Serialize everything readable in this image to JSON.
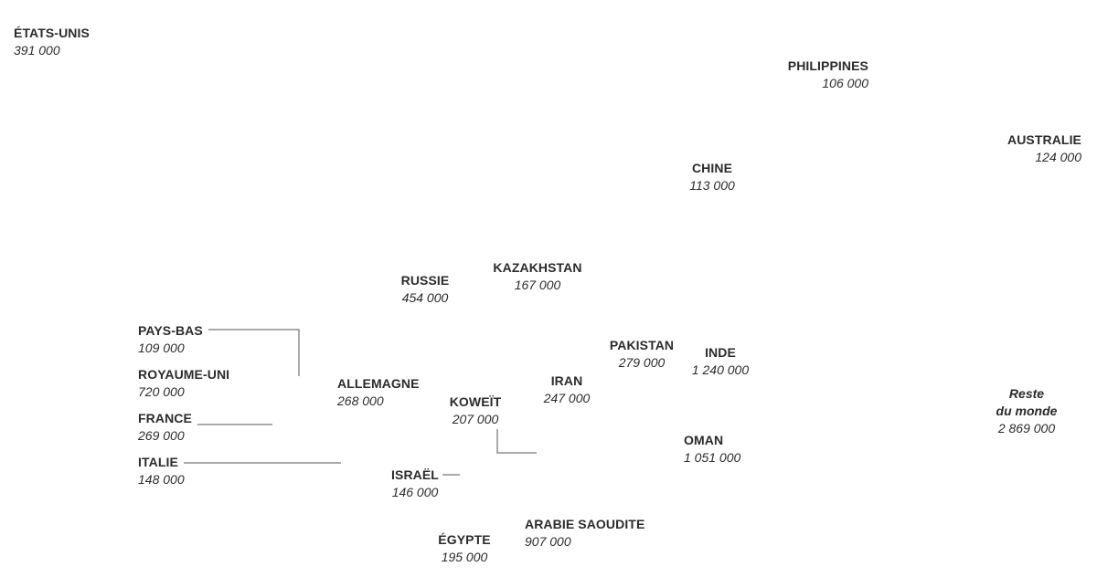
{
  "countries": {
    "etats_unis": {
      "name": "ÉTATS-UNIS",
      "value": "391 000"
    },
    "philippines": {
      "name": "PHILIPPINES",
      "value": "106 000"
    },
    "australie": {
      "name": "AUSTRALIE",
      "value": "124 000"
    },
    "chine": {
      "name": "CHINE",
      "value": "113 000"
    },
    "russie": {
      "name": "RUSSIE",
      "value": "454 000"
    },
    "kazakhstan": {
      "name": "KAZAKHSTAN",
      "value": "167 000"
    },
    "pays_bas": {
      "name": "PAYS-BAS",
      "value": "109 000"
    },
    "royaume_uni": {
      "name": "ROYAUME-UNI",
      "value": "720 000"
    },
    "allemagne": {
      "name": "ALLEMAGNE",
      "value": "268 000"
    },
    "france": {
      "name": "FRANCE",
      "value": "269 000"
    },
    "italie": {
      "name": "ITALIE",
      "value": "148 000"
    },
    "koweit": {
      "name": "KOWEÏT",
      "value": "207 000"
    },
    "iran": {
      "name": "IRAN",
      "value": "247 000"
    },
    "pakistan": {
      "name": "PAKISTAN",
      "value": "279 000"
    },
    "inde": {
      "name": "INDE",
      "value": "1 240 000"
    },
    "oman": {
      "name": "OMAN",
      "value": "1 051 000"
    },
    "israel": {
      "name": "ISRAËL",
      "value": "146 000"
    },
    "egypte": {
      "name": "ÉGYPTE",
      "value": "195 000"
    },
    "arabie_saoudite": {
      "name": "ARABIE SAOUDITE",
      "value": "907 000"
    }
  },
  "rest_of_world": {
    "line1": "Reste",
    "line2": "du monde",
    "value": "2 869 000"
  }
}
